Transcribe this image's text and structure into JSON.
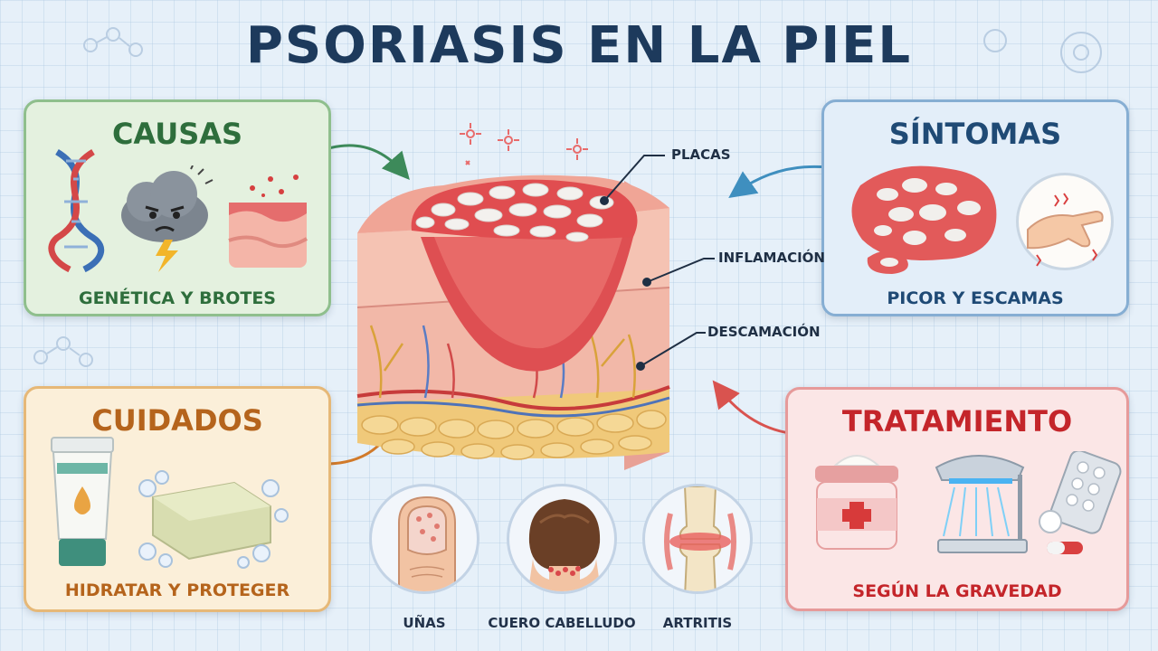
{
  "title": "PSORIASIS EN LA PIEL",
  "colors": {
    "title": "#1d3a5c",
    "causas": "#2e6e3c",
    "sintomas": "#1f4a75",
    "cuidados": "#b5641c",
    "tratamiento": "#c4252a"
  },
  "cards": {
    "causas": {
      "title": "CAUSAS",
      "caption": "GENÉTICA Y BROTES",
      "icons": [
        "dna-icon",
        "angry-storm-cloud-icon",
        "skin-layer-icon"
      ]
    },
    "sintomas": {
      "title": "SÍNTOMAS",
      "caption": "PICOR Y ESCAMAS",
      "icons": [
        "scaly-plaque-icon",
        "itching-hand-icon"
      ]
    },
    "cuidados": {
      "title": "CUIDADOS",
      "caption": "HIDRATAR Y PROTEGER",
      "icons": [
        "cream-tube-icon",
        "soap-bar-icon"
      ]
    },
    "tratamiento": {
      "title": "TRATAMIENTO",
      "caption": "SEGÚN LA GRAVEDAD",
      "icons": [
        "cream-jar-icon",
        "uv-lamp-icon",
        "pills-icon"
      ]
    }
  },
  "skin_labels": {
    "placas": "PLACAS",
    "inflamacion": "INFLAMACIÓN",
    "descamacion": "DESCAMACIÓN"
  },
  "areas": [
    {
      "label": "UÑAS",
      "icon": "nail-icon"
    },
    {
      "label": "CUERO CABELLUDO",
      "icon": "scalp-icon"
    },
    {
      "label": "ARTRITIS",
      "icon": "joint-icon"
    }
  ]
}
